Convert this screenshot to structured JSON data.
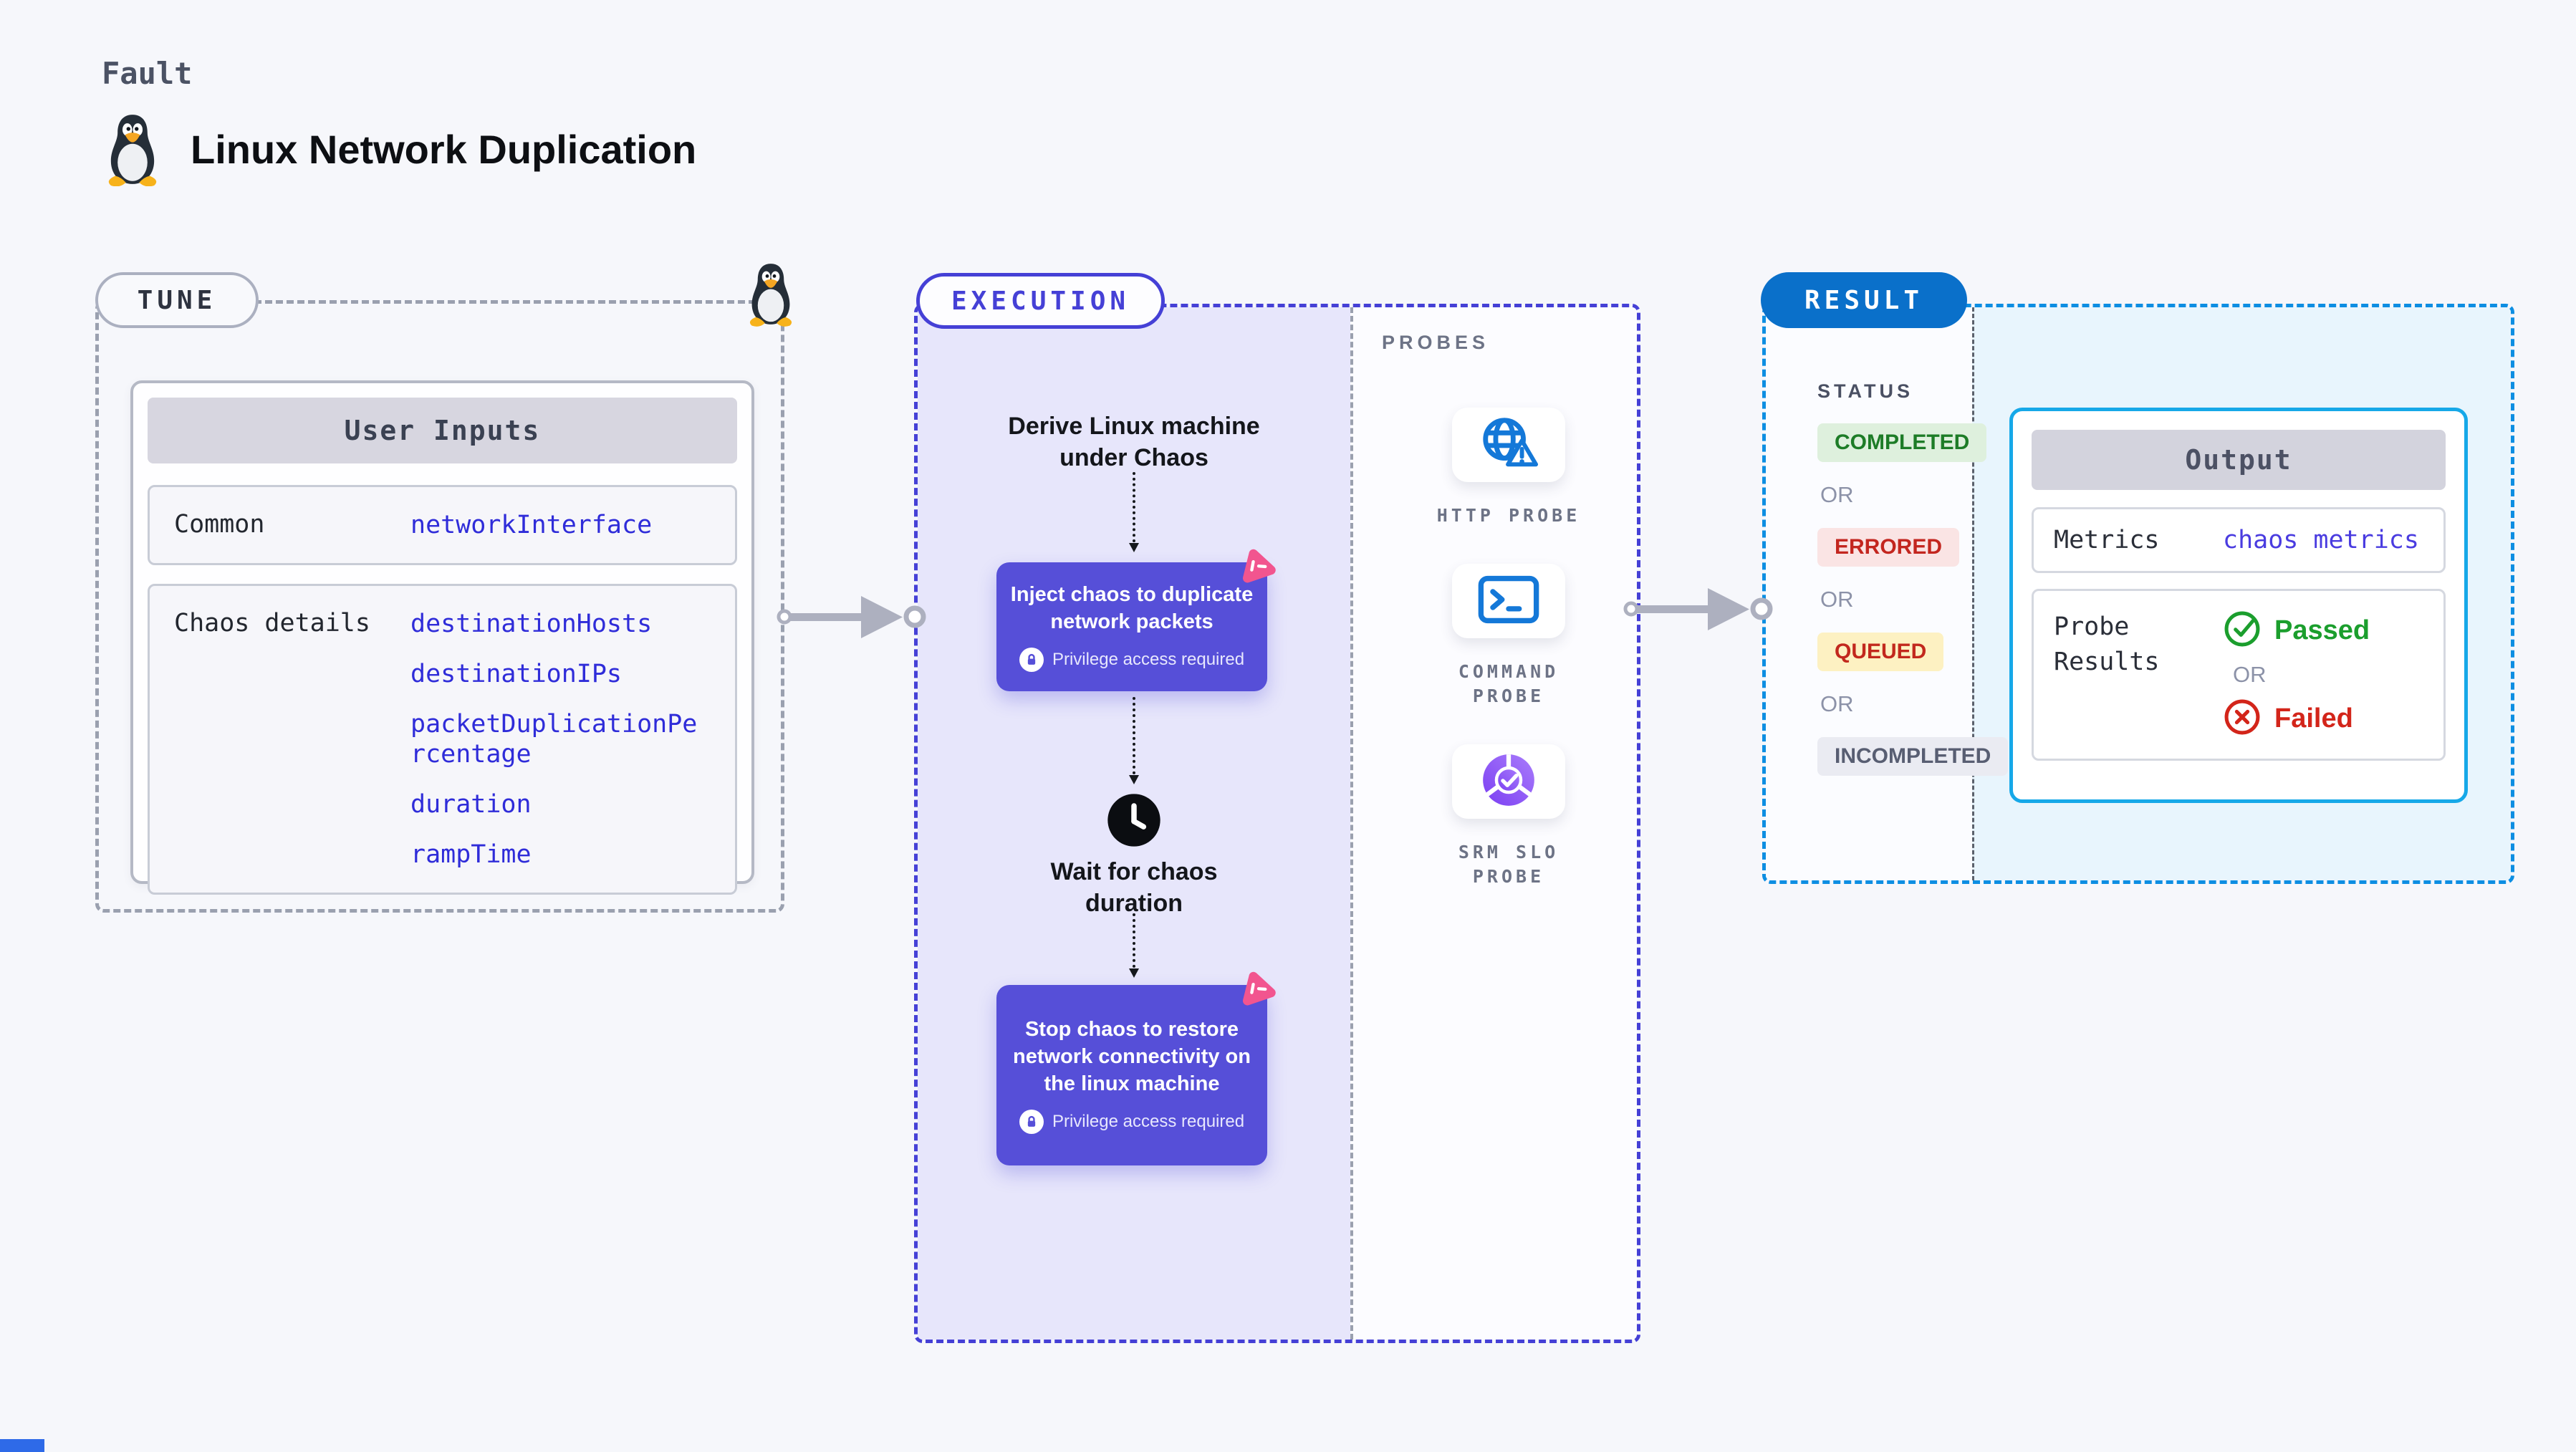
{
  "page": {
    "fault_label": "Fault",
    "title": "Linux Network Duplication"
  },
  "tune": {
    "badge": "TUNE",
    "card": {
      "header": "User Inputs",
      "rows": [
        {
          "label": "Common",
          "values": [
            "networkInterface"
          ]
        },
        {
          "label": "Chaos details",
          "values": [
            "destinationHosts",
            "destinationIPs",
            "packetDuplicationPercentage",
            "duration",
            "rampTime"
          ]
        }
      ]
    }
  },
  "execution": {
    "badge": "EXECUTION",
    "steps": {
      "derive": "Derive Linux machine under Chaos",
      "inject": "Inject chaos to duplicate network packets",
      "wait": "Wait for chaos duration",
      "stop": "Stop chaos to restore network connectivity on the linux machine",
      "privilege_note": "Privilege access required"
    }
  },
  "probes": {
    "label": "PROBES",
    "items": [
      {
        "label": "HTTP PROBE",
        "icon": "globe-alert-icon"
      },
      {
        "label": "COMMAND PROBE",
        "icon": "terminal-icon"
      },
      {
        "label": "SRM SLO PROBE",
        "icon": "slo-donut-icon"
      }
    ]
  },
  "result": {
    "badge": "RESULT",
    "status": {
      "label": "STATUS",
      "or_label": "OR",
      "badges": [
        {
          "label": "COMPLETED",
          "fg": "#1d7c27",
          "bg": "#def0dd"
        },
        {
          "label": "ERRORED",
          "fg": "#c3261f",
          "bg": "#fae4e4"
        },
        {
          "label": "QUEUED",
          "fg": "#c2281d",
          "bg": "#fdf1c2"
        },
        {
          "label": "INCOMPLETED",
          "fg": "#585e72",
          "bg": "#eaebf2"
        }
      ]
    },
    "output": {
      "header": "Output",
      "metrics_label": "Metrics",
      "metrics_value": "chaos metrics",
      "probe_results_label": "Probe Results",
      "passed_label": "Passed",
      "or_label": "OR",
      "failed_label": "Failed"
    }
  },
  "colors": {
    "execution_accent": "#4540d6",
    "node_bg": "#564fd8",
    "result_accent": "#0d8ee2",
    "result_pill_bg": "#0a70ca",
    "output_border": "#16a8e8",
    "chaos_pink": "#f2558f",
    "probe_blue": "#1478d8",
    "slo_purple": "#7b3ff2",
    "passed_green": "#1b9e2d",
    "failed_red": "#d3251a",
    "value_blue": "#2f2cd9"
  }
}
